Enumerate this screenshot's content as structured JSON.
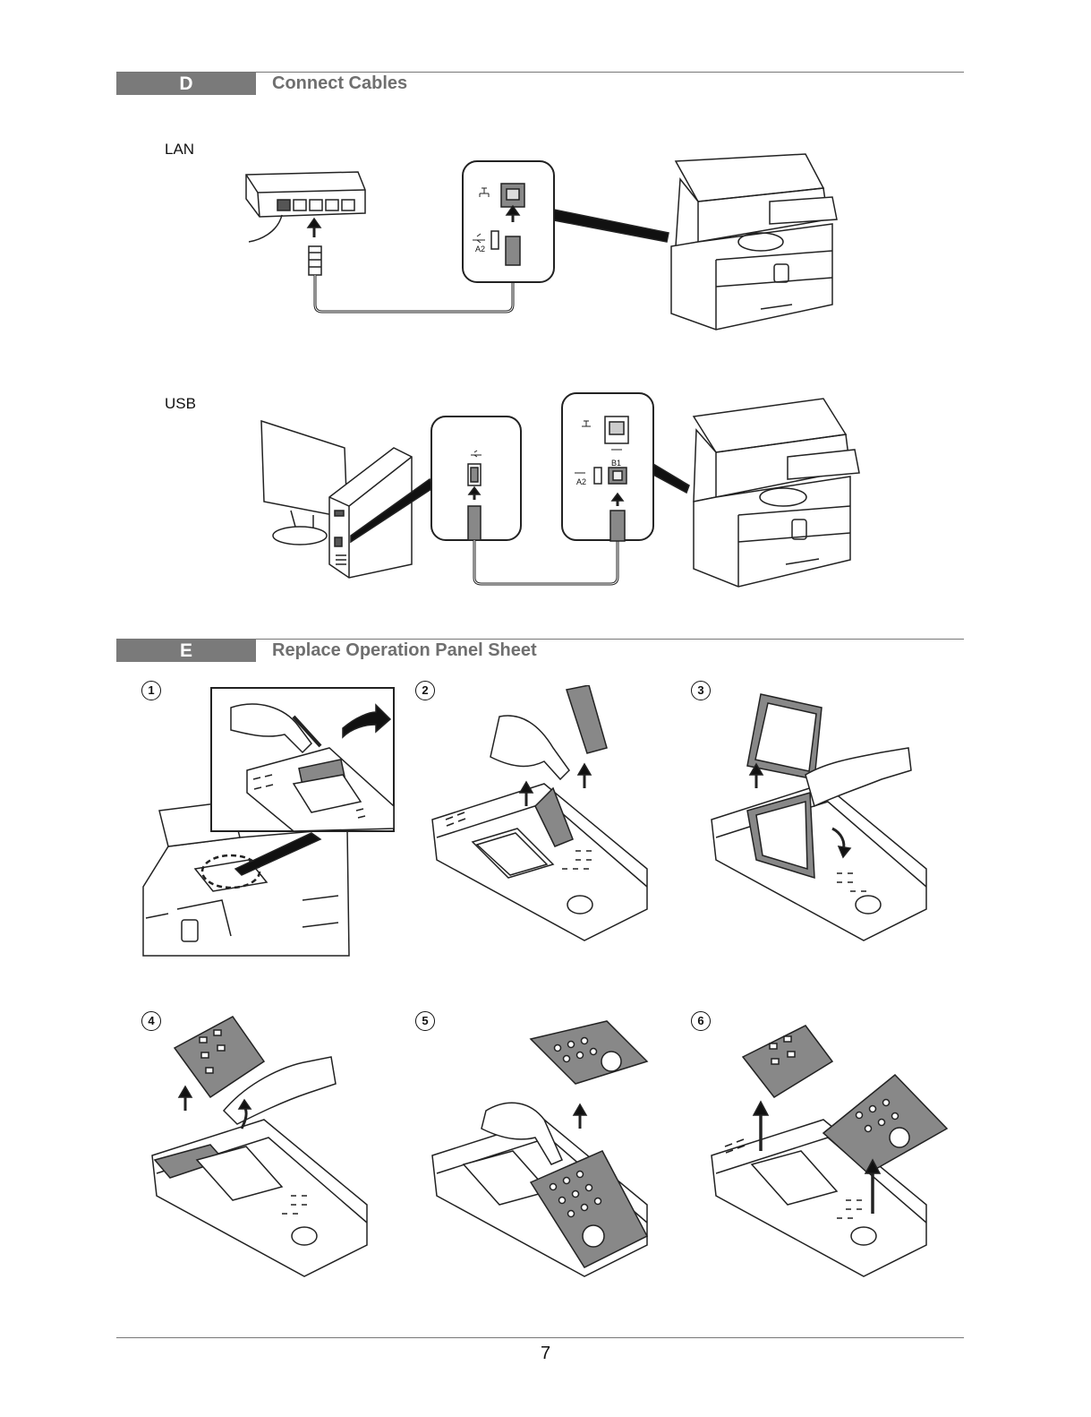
{
  "section_d": {
    "letter": "D",
    "title": "Connect Cables"
  },
  "lan": {
    "label": "LAN",
    "port_label": "A2"
  },
  "usb": {
    "label": "USB",
    "port_label_a": "A2",
    "port_label_b": "B1"
  },
  "section_e": {
    "letter": "E",
    "title": "Replace Operation Panel Sheet"
  },
  "steps": [
    "1",
    "2",
    "3",
    "4",
    "5",
    "6"
  ],
  "page_number": "7"
}
